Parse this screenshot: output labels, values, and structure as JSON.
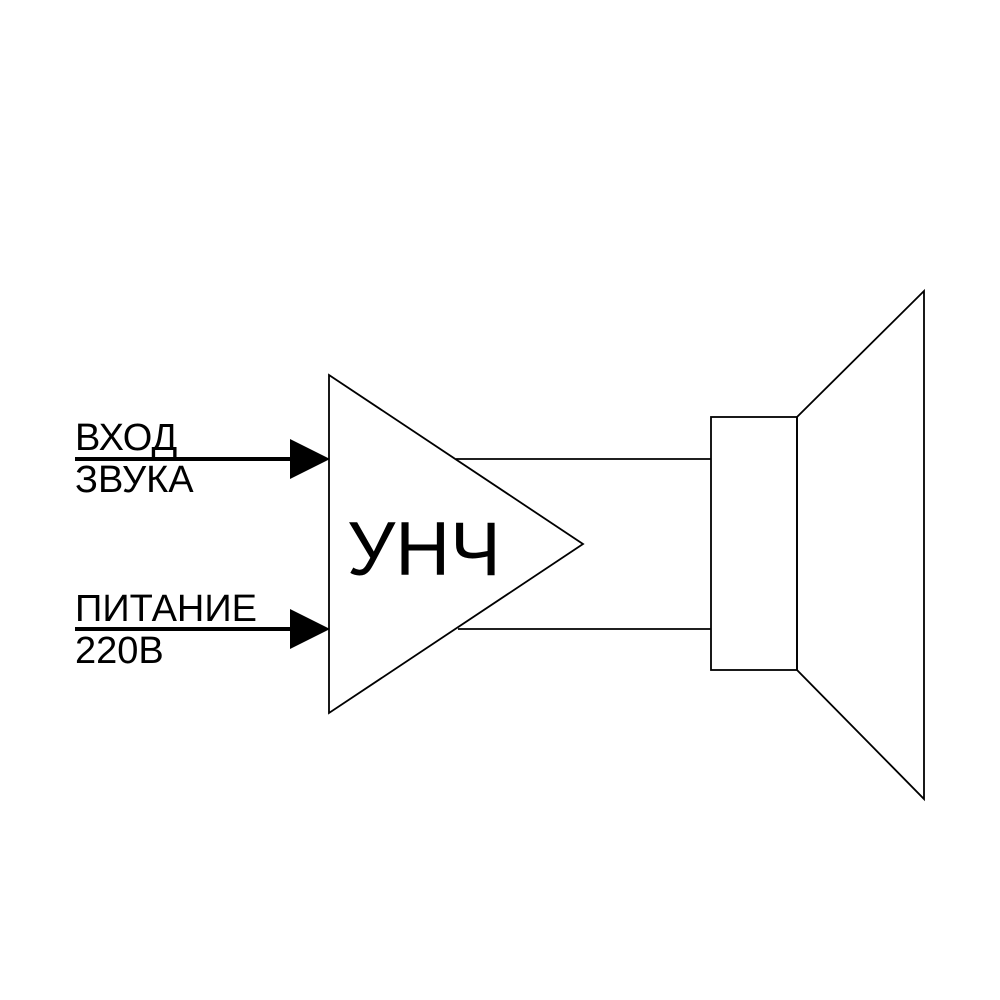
{
  "diagram": {
    "inputs": [
      {
        "line1": "ВХОД",
        "line2": "ЗВУКА"
      },
      {
        "line1": "ПИТАНИЕ",
        "line2": "220В"
      }
    ],
    "amplifier": {
      "label": "УНЧ"
    },
    "colors": {
      "stroke": "#000000",
      "background": "#ffffff"
    }
  }
}
